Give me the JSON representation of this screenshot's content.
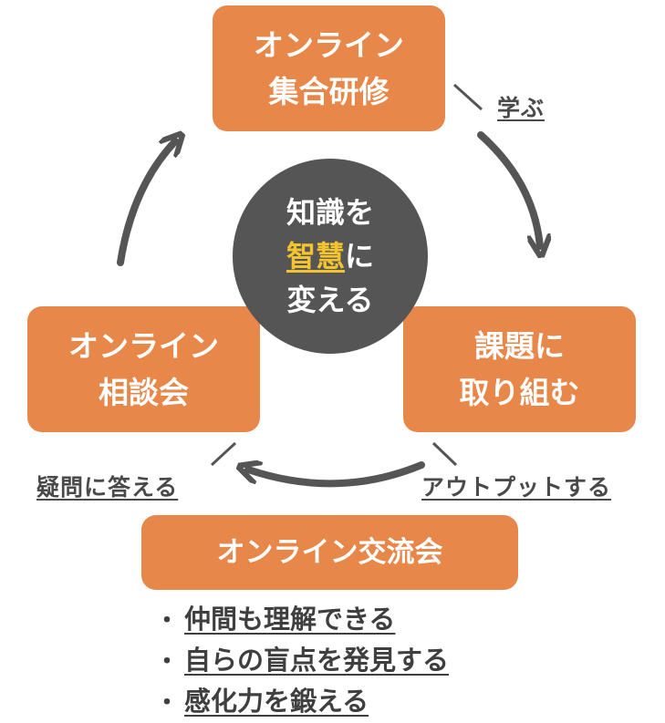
{
  "center": {
    "line1": "知識を",
    "highlight": "智慧",
    "line2_suffix": "に",
    "line3": "変える"
  },
  "nodes": {
    "seminar": {
      "line1": "オンライン",
      "line2": "集合研修"
    },
    "work": {
      "line1": "課題に",
      "line2": "取り組む"
    },
    "consult": {
      "line1": "オンライン",
      "line2": "相談会"
    },
    "exchange": {
      "label": "オンライン交流会"
    }
  },
  "edge_labels": {
    "learn": "学ぶ",
    "answer": "疑問に答える",
    "output": "アウトプットする"
  },
  "benefits": [
    "仲間も理解できる",
    "自らの盲点を発見する",
    "感化力を鍛える"
  ],
  "bullet_symbol": "・",
  "colors": {
    "box": "#e8874a",
    "circle": "#555555",
    "highlight": "#f4c430",
    "arrow": "#555555"
  }
}
